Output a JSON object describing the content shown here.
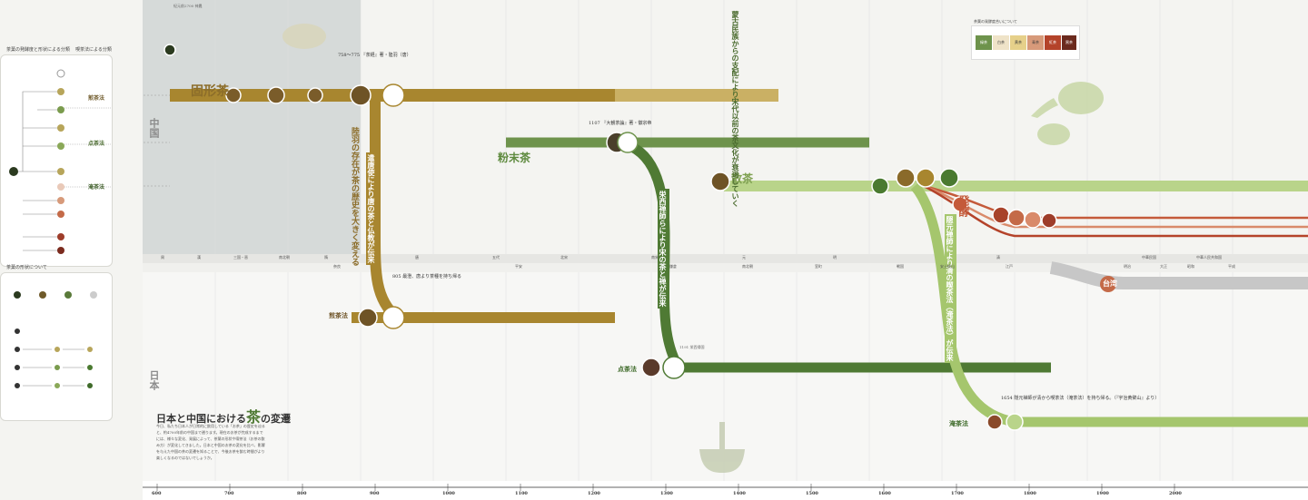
{
  "title": {
    "prefix": "日本と中国における",
    "accent": "茶",
    "suffix": "の変遷"
  },
  "intro": "今日、私たち日本人が日常的に飲用している「お茶」の歴史を辿ると、約4700年前の中国まで遡ります。現在のお茶が完成するまでには、様々な変化、発展によって、茶葉の形状や喫茶法（お茶の飲み方）が変化してきました。日本と中国のお茶の変化を比べ、影響を与えた中国の茶の変遷を知ることで、今後お茶を飲む時間がより楽しくなるのではないでしょうか。",
  "regions": {
    "china": "中国",
    "japan": "日本"
  },
  "sidebar": {
    "head_left": "茶葉の発酵度と形状による分類",
    "head_right": "喫茶法による分類",
    "methods": [
      "煎茶法",
      "点茶法",
      "淹茶法"
    ],
    "legend_head": "茶葉の形状について"
  },
  "streams": {
    "kokei": "固形茶",
    "funmatsu": "粉末茶",
    "sancha": "散茶",
    "hakko": "発酵",
    "taiwan": "台湾",
    "sencha_jp": "煎茶法",
    "tencha_jp": "点茶法",
    "encha_jp": "淹茶法"
  },
  "headings": {
    "kentoushi": "遣唐使により唐の茶と仏教が伝来",
    "rikuu": "陸羽の存在が茶の歴史を大きく変える",
    "eisai": "栄西禅師らにより宋の茶と禅が伝来",
    "ingen": "隠元禅師により清の喫茶法（淹茶法）が伝来",
    "mongol": "蒙古民族からの支配により宋代以前の茶文化が衰退していく"
  },
  "events": {
    "e1": "紀元前2700 神農",
    "e2": "758〜775 『茶経』著・陸羽（唐）",
    "e3": "805 最澄、唐より茶種を持ち帰る",
    "e4": "1107 『大観茶論』著・徽宗帝",
    "e5": "1191 栄西帰国",
    "e6": "1654 隠元禅師が清から喫茶法（淹茶法）を持ち帰る。（『宇治黄檗山』より）"
  },
  "era_top": [
    "周",
    "漢",
    "三国・晋",
    "南北朝",
    "隋",
    "唐",
    "五代",
    "北宋",
    "南宋",
    "元",
    "明",
    "清",
    "中華民国",
    "中華人民共和国"
  ],
  "era_bottom": [
    "奈良",
    "平安",
    "鎌倉",
    "南北朝",
    "室町",
    "戦国",
    "安土桃山",
    "江戸",
    "明治",
    "大正",
    "昭和",
    "平成"
  ],
  "legend": {
    "head": "茶葉の発酵度合いについて",
    "items": [
      "緑茶",
      "白茶",
      "黄茶",
      "青茶",
      "紅茶",
      "黒茶"
    ]
  },
  "years": [
    "600",
    "700",
    "800",
    "900",
    "1000",
    "1100",
    "1200",
    "1300",
    "1400",
    "1500",
    "1600",
    "1700",
    "1800",
    "1900",
    "2000"
  ]
}
